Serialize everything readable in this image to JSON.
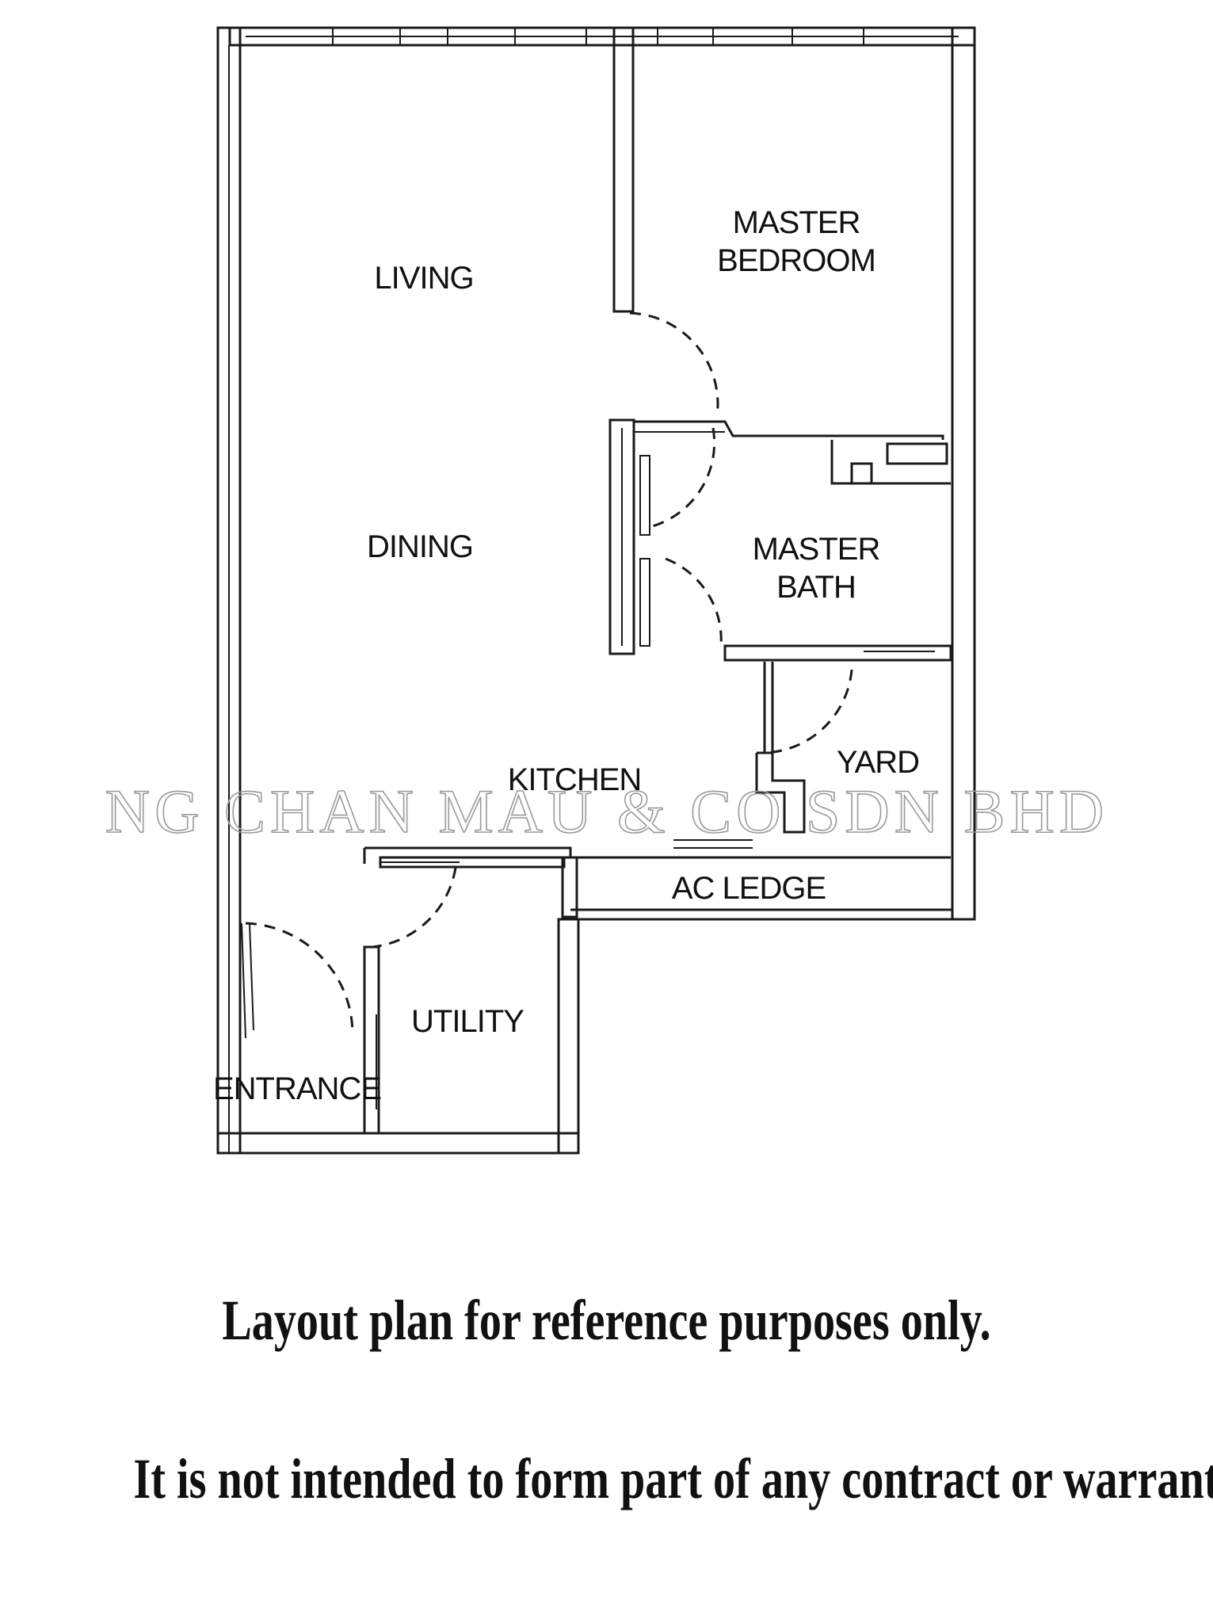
{
  "rooms": {
    "living": "LIVING",
    "master_bedroom_line1": "MASTER",
    "master_bedroom_line2": "BEDROOM",
    "dining": "DINING",
    "master_bath_line1": "MASTER",
    "master_bath_line2": "BATH",
    "kitchen": "KITCHEN",
    "yard": "YARD",
    "ac_ledge": "AC LEDGE",
    "utility": "UTILITY",
    "entrance": "ENTRANCE"
  },
  "watermark": "NG CHAN MAU & CO SDN BHD",
  "notes": {
    "line1": "Layout plan for reference purposes only.",
    "line2": "It is not intended to form part of any contract or warranty."
  }
}
